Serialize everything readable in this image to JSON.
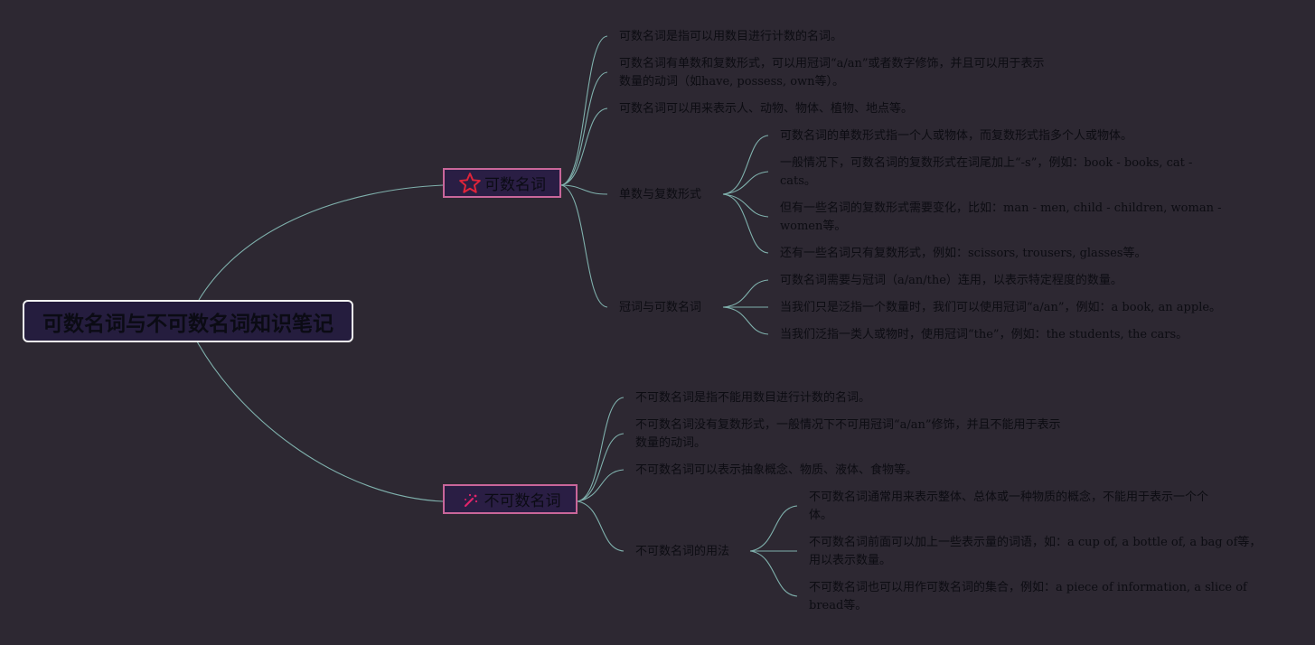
{
  "root": {
    "label": "可数名词与不可数名词知识笔记"
  },
  "countable": {
    "label": "可数名词",
    "icon": "star-icon",
    "leaves": [
      "可数名词是指可以用数目进行计数的名词。",
      "可数名词有单数和复数形式，可以用冠词“a/an”或者数字修饰，并且可以用于表示",
      "数量的动词（如have, possess, own等）。",
      "可数名词可以用来表示人、动物、物体、植物、地点等。"
    ],
    "singular_plural": {
      "label": "单数与复数形式",
      "items": [
        "可数名词的单数形式指一个人或物体，而复数形式指多个人或物体。",
        "一般情况下，可数名词的复数形式在词尾加上“-s”，例如：book - books, cat -",
        "cats。",
        "但有一些名词的复数形式需要变化，比如：man - men, child - children, woman -",
        "women等。",
        "还有一些名词只有复数形式，例如：scissors, trousers, glasses等。"
      ]
    },
    "articles": {
      "label": "冠词与可数名词",
      "items": [
        "可数名词需要与冠词（a/an/the）连用，以表示特定程度的数量。",
        "当我们只是泛指一个数量时，我们可以使用冠词“a/an”，例如：a book, an apple。",
        "当我们泛指一类人或物时，使用冠词“the”，例如：the students, the cars。"
      ]
    }
  },
  "uncountable": {
    "label": "不可数名词",
    "icon": "magic-wand-icon",
    "leaves": [
      "不可数名词是指不能用数目进行计数的名词。",
      "不可数名词没有复数形式，一般情况下不可用冠词“a/an”修饰，并且不能用于表示",
      "数量的动词。",
      "不可数名词可以表示抽象概念、物质、液体、食物等。"
    ],
    "usage": {
      "label": "不可数名词的用法",
      "items": [
        "不可数名词通常用来表示整体、总体或一种物质的概念，不能用于表示一个个",
        "体。",
        "不可数名词前面可以加上一些表示量的词语，如：a cup of, a bottle of, a bag of等，",
        "用以表示数量。",
        "不可数名词也可以用作可数名词的集合，例如：a piece of information, a slice of",
        "bread等。"
      ]
    }
  },
  "colors": {
    "background": "#2d2832",
    "link": "#7fb0ac",
    "branch_border": "#c9669a",
    "star": "#e0243a",
    "wand": "#e0246a"
  }
}
